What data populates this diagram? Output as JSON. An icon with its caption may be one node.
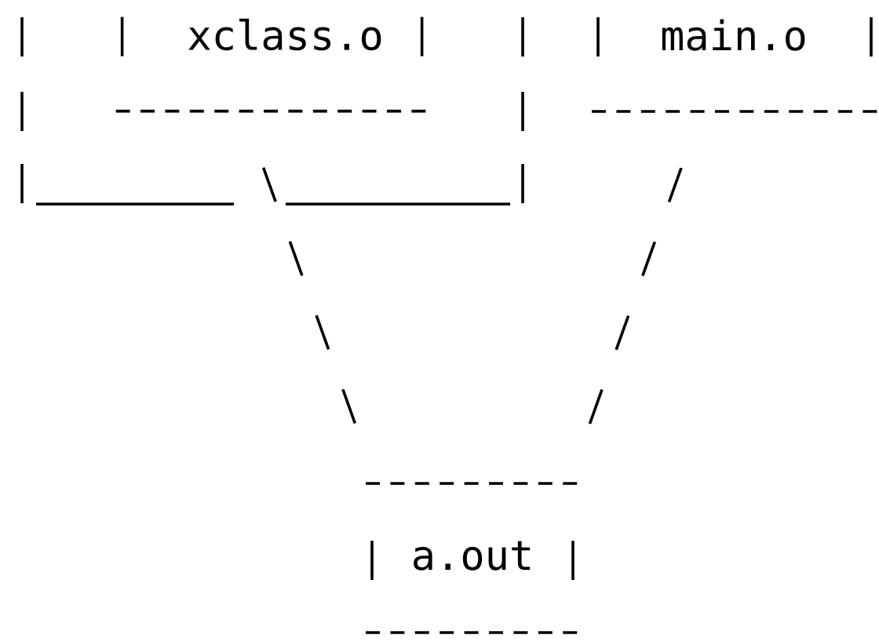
{
  "diagram": {
    "nodes": [
      {
        "text": [],
        "shape": "box"
      },
      {
        "text": [
          "xclass.o"
        ],
        "in": 0
      },
      {
        "text": [
          "main.o"
        ]
      },
      {
        "text": [
          "a.out"
        ]
      }
    ],
    "edges": [
      {
        "from": 1,
        "to": 3,
        "arrow": "none"
      },
      {
        "from": 2,
        "to": 3,
        "arrow": "none"
      }
    ]
  }
}
